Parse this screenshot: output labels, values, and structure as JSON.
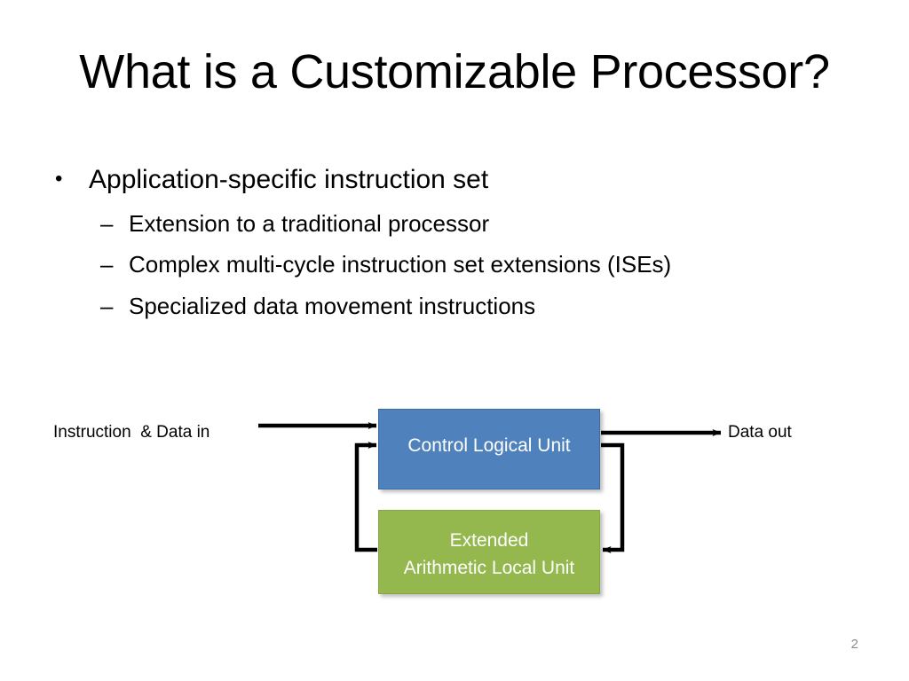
{
  "slide": {
    "title": "What is a Customizable Processor?",
    "number": "2",
    "background_color": "#FFFFFF"
  },
  "content": {
    "bullets": [
      {
        "level": 1,
        "marker": "•",
        "text": "Application-specific instruction set"
      },
      {
        "level": 2,
        "marker": "–",
        "text": "Extension to a traditional processor"
      },
      {
        "level": 2,
        "marker": "–",
        "text": "Complex multi-cycle instruction set extensions (ISEs)"
      },
      {
        "level": 2,
        "marker": "–",
        "text": "Specialized data movement instructions"
      }
    ]
  },
  "diagram": {
    "type": "block-diagram",
    "nodes": [
      {
        "id": "control-logical-unit",
        "label": "Control Logical Unit",
        "fill_color": "#4F81BD",
        "border_color": "#3A6B9E",
        "text_color": "#FFFFFF"
      },
      {
        "id": "extended-arithmetic-local-unit",
        "label_line1": "Extended",
        "label_line2": "Arithmetic Local Unit",
        "fill_color": "#94B84E",
        "border_color": "#85A844",
        "text_color": "#FFFFFF"
      }
    ],
    "labels": {
      "input": "Instruction  & Data in",
      "output": "Data out"
    },
    "connectors": [
      {
        "id": "input-arrow",
        "from": "Instruction  & Data in",
        "to": "Control Logical Unit",
        "arrowhead": "end"
      },
      {
        "id": "output-arrow",
        "from": "Control Logical Unit",
        "to": "Data out",
        "arrowhead": "end"
      },
      {
        "id": "cpu-to-alu",
        "from": "Control Logical Unit",
        "to": "Extended Arithmetic Local Unit",
        "arrowhead": "end",
        "routing": "right-loop"
      },
      {
        "id": "alu-to-cpu",
        "from": "Extended Arithmetic Local Unit",
        "to": "Control Logical Unit",
        "arrowhead": "end",
        "routing": "left-loop"
      }
    ],
    "line_color": "#000000"
  }
}
